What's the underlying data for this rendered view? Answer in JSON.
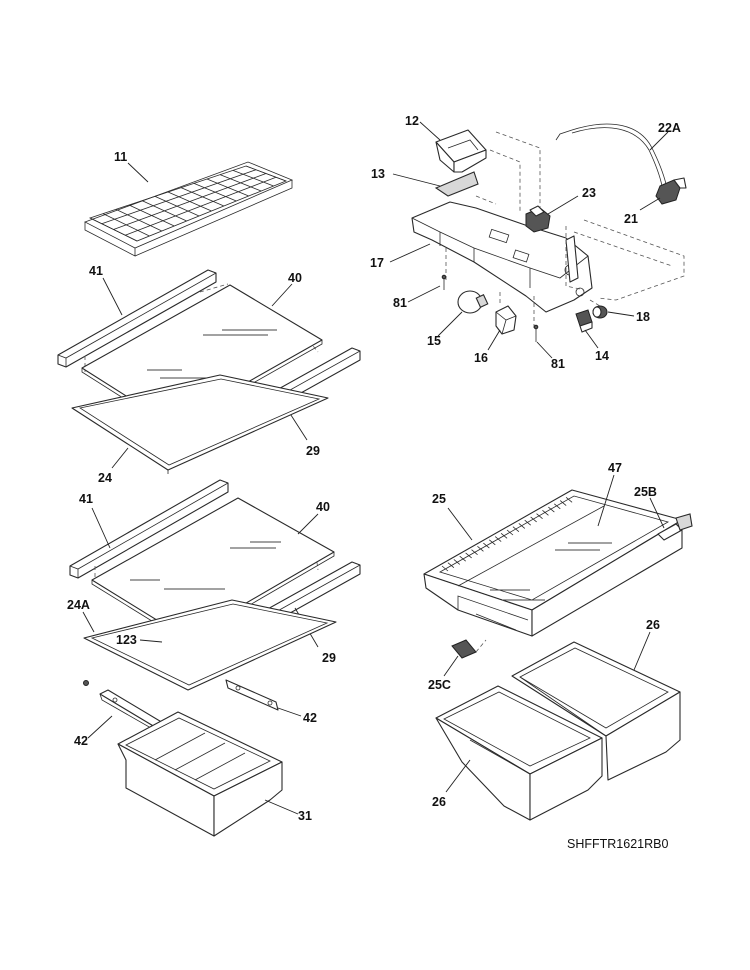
{
  "diagram_code": "SHFFTR1621RB0",
  "parts": [
    {
      "key": "p11",
      "label": "11"
    },
    {
      "key": "p41a",
      "label": "41"
    },
    {
      "key": "p40a",
      "label": "40"
    },
    {
      "key": "p29a",
      "label": "29"
    },
    {
      "key": "p24",
      "label": "24"
    },
    {
      "key": "p41b",
      "label": "41"
    },
    {
      "key": "p40b",
      "label": "40"
    },
    {
      "key": "p24A",
      "label": "24A"
    },
    {
      "key": "p123",
      "label": "123"
    },
    {
      "key": "p29b",
      "label": "29"
    },
    {
      "key": "p42a",
      "label": "42"
    },
    {
      "key": "p42b",
      "label": "42"
    },
    {
      "key": "p31",
      "label": "31"
    },
    {
      "key": "p12",
      "label": "12"
    },
    {
      "key": "p13",
      "label": "13"
    },
    {
      "key": "p17",
      "label": "17"
    },
    {
      "key": "p81a",
      "label": "81"
    },
    {
      "key": "p15",
      "label": "15"
    },
    {
      "key": "p16",
      "label": "16"
    },
    {
      "key": "p81b",
      "label": "81"
    },
    {
      "key": "p14",
      "label": "14"
    },
    {
      "key": "p18",
      "label": "18"
    },
    {
      "key": "p23",
      "label": "23"
    },
    {
      "key": "p21",
      "label": "21"
    },
    {
      "key": "p22A",
      "label": "22A"
    },
    {
      "key": "p25",
      "label": "25"
    },
    {
      "key": "p47",
      "label": "47"
    },
    {
      "key": "p25B",
      "label": "25B"
    },
    {
      "key": "p25C",
      "label": "25C"
    },
    {
      "key": "p26a",
      "label": "26"
    },
    {
      "key": "p26b",
      "label": "26"
    }
  ]
}
